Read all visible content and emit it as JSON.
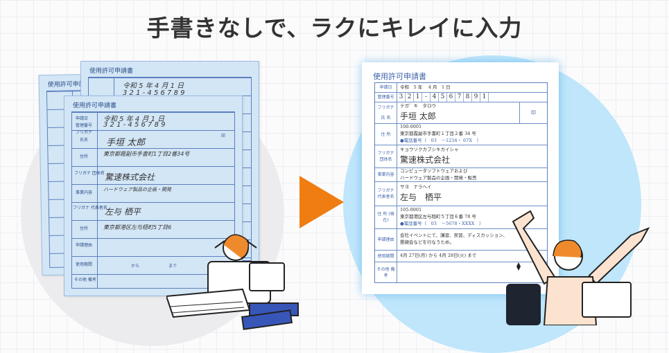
{
  "headline": "手書きなしで、ラクにキレイに入力",
  "colors": {
    "accent": "#ef7d11",
    "form_blue": "#3d62a8",
    "right_circle": "#bfe6fb"
  },
  "handwritten_form": {
    "title": "使用許可申請書",
    "labels": [
      "申請日",
      "管理番号",
      "フリガナ",
      "氏名",
      "住所",
      "フリガナ 団体名",
      "事業内容",
      "フリガナ 代表者名",
      "住所",
      "申請理由",
      "使用期間",
      "その他 備考"
    ],
    "period_from": "から",
    "period_to": "まで",
    "seal": "印"
  },
  "typed_form": {
    "title": "使用許可申請書",
    "rows": [
      {
        "label": "申請日",
        "value": "令和　5 年　 4 月　1 日"
      },
      {
        "label": "管理番号",
        "value": [
          "3",
          "2",
          "1",
          "-",
          "4",
          "5",
          "6",
          "7",
          "8",
          "9",
          "1"
        ]
      },
      {
        "label": "フリガナ",
        "value": "テガ゛キ　タロウ"
      },
      {
        "label": "氏 名",
        "value": "手垣 太郎",
        "seal": "印"
      },
      {
        "label": "住 所",
        "postal": "100-0001",
        "address": "東京都霞副市手書町１丁目２番 34 号",
        "phone": "●電話番号（　03　－1234・ 67X　）"
      },
      {
        "label": "フリガナ 団体名",
        "kana": "キョウソクカブシキカイシャ",
        "value": "驚速株式会社"
      },
      {
        "label": "事業内容",
        "value": "コンピュータソフトウェアおよび",
        "value2": "ハードウェア製品の企画・開発・販売"
      },
      {
        "label": "フリガナ 代表者名",
        "kana": "サヨ　ナラヘイ",
        "value": "左与　栖平"
      },
      {
        "label": "住 所 (現在)",
        "postal": "105-0001",
        "address": "東京都港区左与穏町５丁目６番 78 号",
        "phone": "●電話番号（　03　－5678・XXXX　）"
      },
      {
        "label": "申請理由",
        "value": "会社イベントにて、講習、実習、ディスカッション、",
        "value2": "懇親会などを行なうため。"
      },
      {
        "label": "使用期間",
        "value": "4月 27日(月) から 4月 28日(火) まで"
      },
      {
        "label": "その他 備考",
        "value": ""
      }
    ]
  }
}
